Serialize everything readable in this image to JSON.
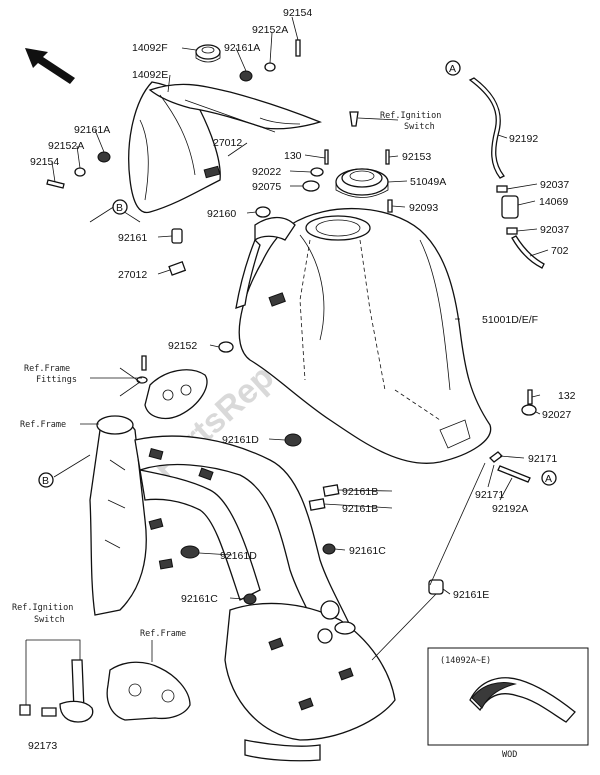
{
  "labels": {
    "p92154_top": "92154",
    "p92152A_top": "92152A",
    "p14092F": "14092F",
    "p92161A_top": "92161A",
    "p14092E": "14092E",
    "p27012_a": "27012",
    "p92161A_left": "92161A",
    "p92152A_left": "92152A",
    "p92154_left": "92154",
    "p92161": "92161",
    "p27012_b": "27012",
    "p130": "130",
    "p92153": "92153",
    "p92022": "92022",
    "p51049A": "51049A",
    "p92075": "92075",
    "p92093": "92093",
    "p92160": "92160",
    "p92192": "92192",
    "p92037_a": "92037",
    "p14069": "14069",
    "p92037_b": "92037",
    "p702": "702",
    "p51001": "51001D/E/F",
    "p92152": "92152",
    "p132": "132",
    "p92027": "92027",
    "p92161D_a": "92161D",
    "p92171_a": "92171",
    "p92161B_a": "92161B",
    "p92161B_b": "92161B",
    "p92171_b": "92171",
    "p92192A": "92192A",
    "p92161D_b": "92161D",
    "p92161C_a": "92161C",
    "p92161C_b": "92161C",
    "p92161E": "92161E",
    "p92173": "92173"
  },
  "refs": {
    "ignition_top_1": "Ref.Ignition",
    "ignition_top_2": "Switch",
    "frame_fittings_1": "Ref.Frame",
    "frame_fittings_2": "Fittings",
    "frame_left": "Ref.Frame",
    "ignition_bottom_1": "Ref.Ignition",
    "ignition_bottom_2": "Switch",
    "frame_bottom": "Ref.Frame"
  },
  "markers": {
    "A": "A",
    "B": "B"
  },
  "inset": {
    "title": "(14092A~E)",
    "note": "WOD"
  },
  "watermark": "PartsRepublik"
}
